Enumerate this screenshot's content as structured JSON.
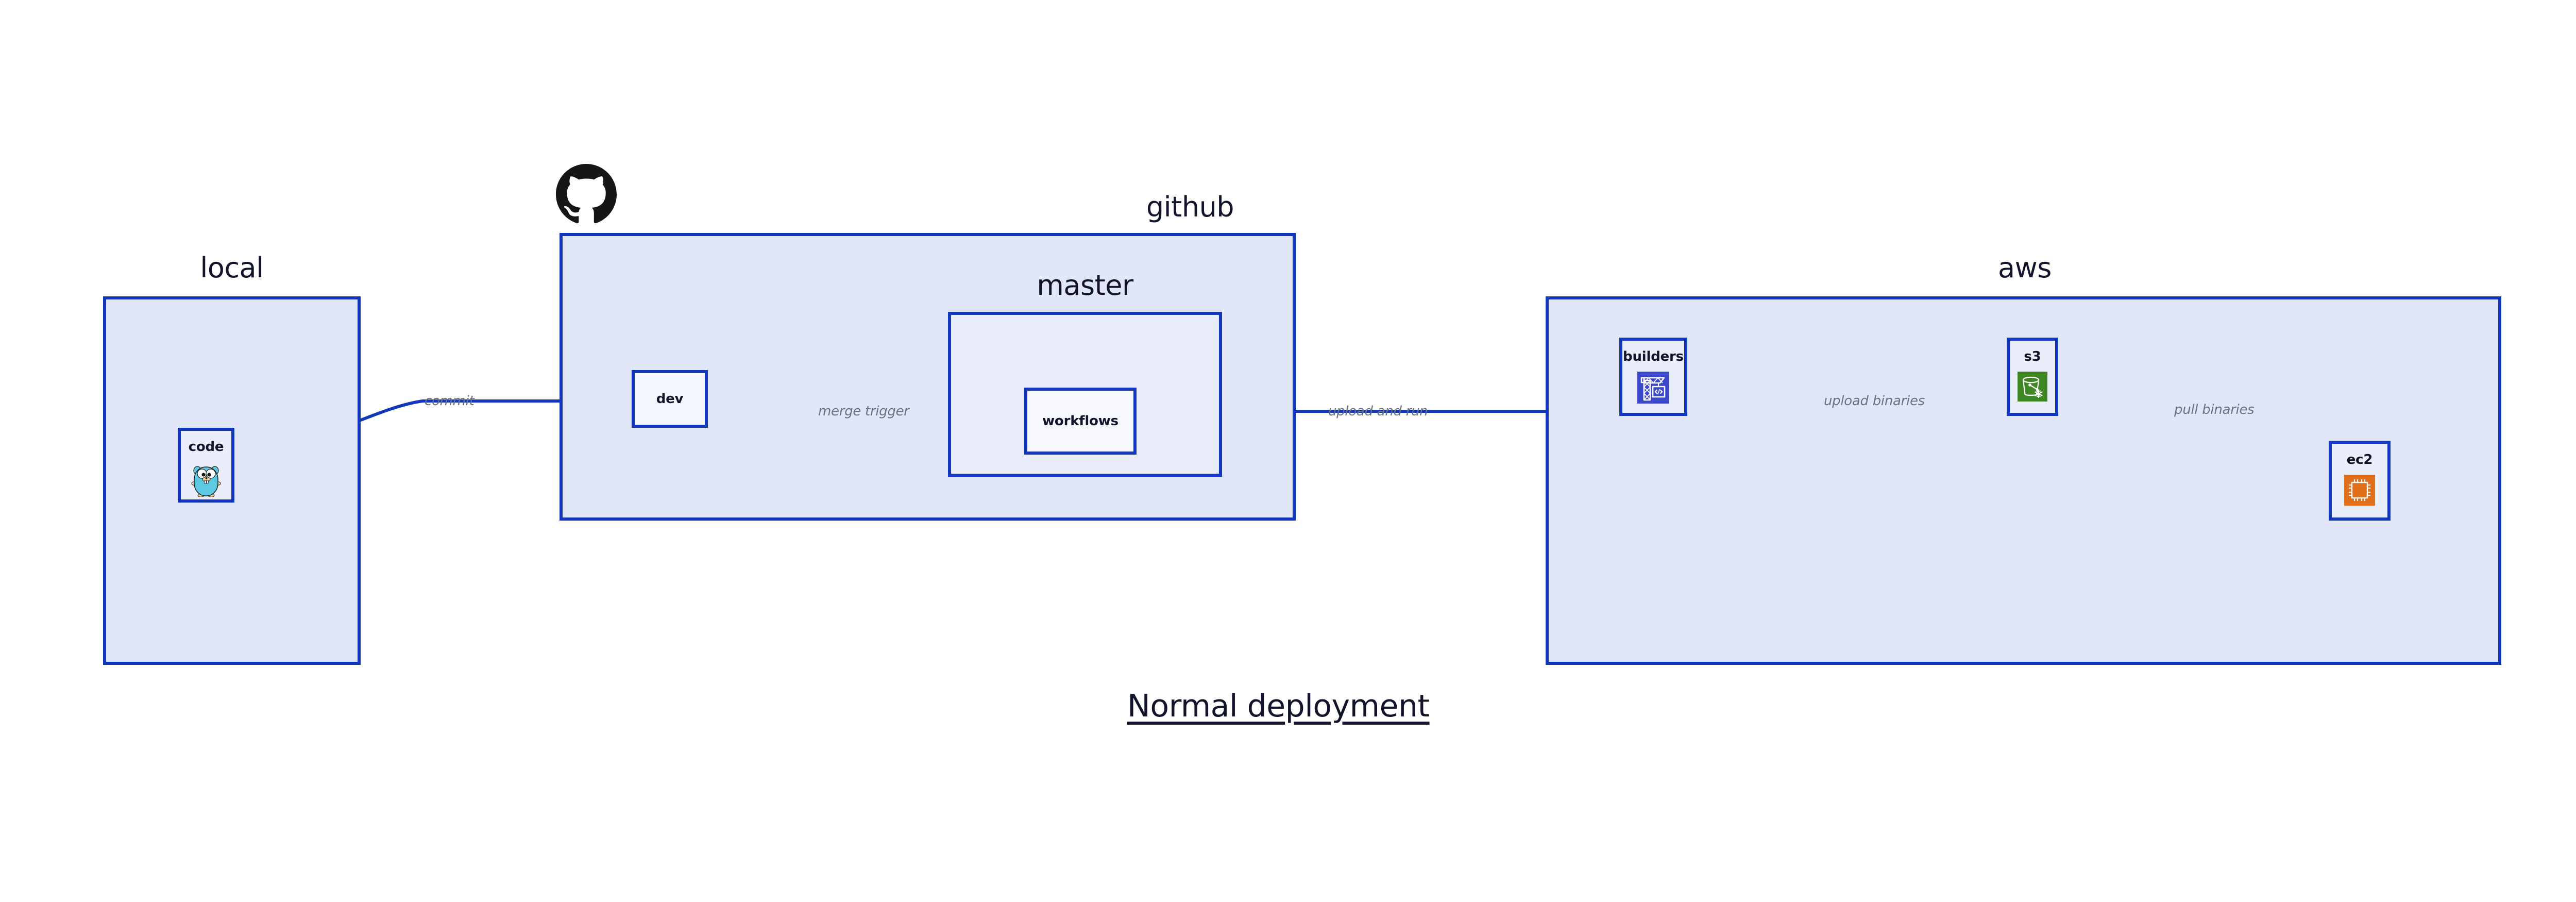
{
  "diagram": {
    "title": "Normal deployment",
    "accent_border": "#1237bd",
    "group_fill": "#e1e6f8",
    "node_fill": "#eaeefb",
    "edge_label_color": "#6b7280",
    "text_color": "#11142b"
  },
  "groups": [
    {
      "id": "local",
      "label": "local"
    },
    {
      "id": "github",
      "label": "github"
    },
    {
      "id": "master",
      "label": "master"
    },
    {
      "id": "aws",
      "label": "aws"
    }
  ],
  "nodes": [
    {
      "id": "code",
      "label": "code",
      "icon": "go-gopher-icon",
      "icon_color": "#5dc9e2"
    },
    {
      "id": "dev",
      "label": "dev",
      "icon": null,
      "icon_color": null
    },
    {
      "id": "workflows",
      "label": "workflows",
      "icon": null,
      "icon_color": null
    },
    {
      "id": "builders",
      "label": "builders",
      "icon": "aws-codebuild-icon",
      "icon_color": "#3b48cc"
    },
    {
      "id": "s3",
      "label": "s3",
      "icon": "aws-s3-glacier-icon",
      "icon_color": "#3f8624"
    },
    {
      "id": "ec2",
      "label": "ec2",
      "icon": "aws-ec2-icon",
      "icon_color": "#e0701a"
    }
  ],
  "edges": [
    {
      "id": "code-to-dev",
      "label": "commit",
      "from": "code",
      "to": "dev"
    },
    {
      "id": "dev-to-workflows",
      "label": "merge trigger",
      "from": "dev",
      "to": "workflows"
    },
    {
      "id": "workflows-to-build",
      "label": "upload and run",
      "from": "workflows",
      "to": "builders"
    },
    {
      "id": "builders-to-s3",
      "label": "upload binaries",
      "from": "builders",
      "to": "s3"
    },
    {
      "id": "s3-to-ec2",
      "label": "pull binaries",
      "from": "s3",
      "to": "ec2"
    }
  ],
  "logos": [
    {
      "id": "github-logo",
      "icon": "github-octocat-icon",
      "color": "#161614"
    }
  ]
}
